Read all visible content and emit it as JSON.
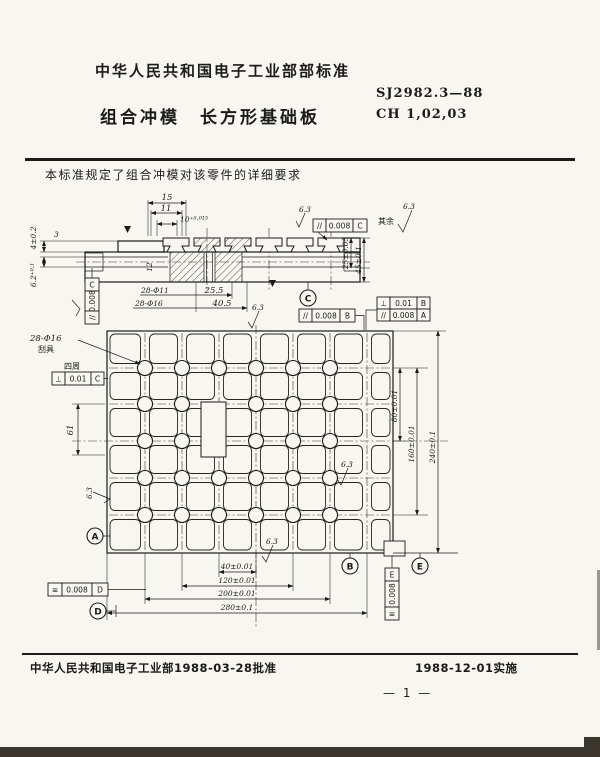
{
  "header": {
    "org": "中华人民共和国电子工业部部标准",
    "standard_no": "SJ2982.3—88",
    "title": "组合冲模　长方形基础板",
    "code": "CH 1,02,03"
  },
  "intro": {
    "text": "本标准规定了组合冲模对该零件的详细要求"
  },
  "surface_note": {
    "prefix": "其余",
    "value": "6.3"
  },
  "section_view": {
    "dims": {
      "d15": "15",
      "d11": "11",
      "d10": "10⁺⁰·⁰¹⁵",
      "d4": "4±0.2",
      "d3": "3",
      "d62": "6.2⁺⁰·¹",
      "d12": "12",
      "holes11": "28-Φ11",
      "holes16": "28-Φ16",
      "d255": "25.5",
      "d405": "40.5",
      "d25": "25±0.05",
      "d45": "45±0.1"
    },
    "fcf_top": {
      "sym": "//",
      "tol": "0.008",
      "datum": "C"
    },
    "fcf_left": {
      "sym": "//",
      "tol": "0.008",
      "datum": "C"
    },
    "datum_c": "C",
    "roughness": "6.3"
  },
  "mid_frames": {
    "fcf_b": {
      "sym": "//",
      "tol": "0.008",
      "datum": "B"
    },
    "fcf_comb_r1": {
      "sym": "⊥",
      "tol": "0.01",
      "datum": "B"
    },
    "fcf_comb_r2": {
      "sym": "//",
      "tol": "0.008",
      "datum": "A"
    }
  },
  "plan_view": {
    "callout": {
      "line1": "28-Φ16",
      "line2": "刮具"
    },
    "fcf_around": {
      "note": "四周",
      "sym": "⊥",
      "tol": "0.01",
      "datum": "C"
    },
    "dims": {
      "d61": "61",
      "d80": "80±0.01",
      "d160": "160±0.01",
      "d240": "240±0.1",
      "d40": "40±0.01",
      "d120": "120±0.01",
      "d200": "200±0.01",
      "d280": "280±0.1"
    },
    "fcf_d": {
      "sym": "≡",
      "tol": "0.008",
      "datum": "D"
    },
    "fcf_e": {
      "sym": "≡",
      "tol": "0.008",
      "datum": "E"
    },
    "datums": {
      "a": "A",
      "b": "B",
      "d": "D",
      "e": "E"
    },
    "roughness": "6.3"
  },
  "footer": {
    "approval": "中华人民共和国电子工业部1988-03-28批准",
    "implementation": "1988-12-01实施",
    "page": "— 1 —"
  }
}
